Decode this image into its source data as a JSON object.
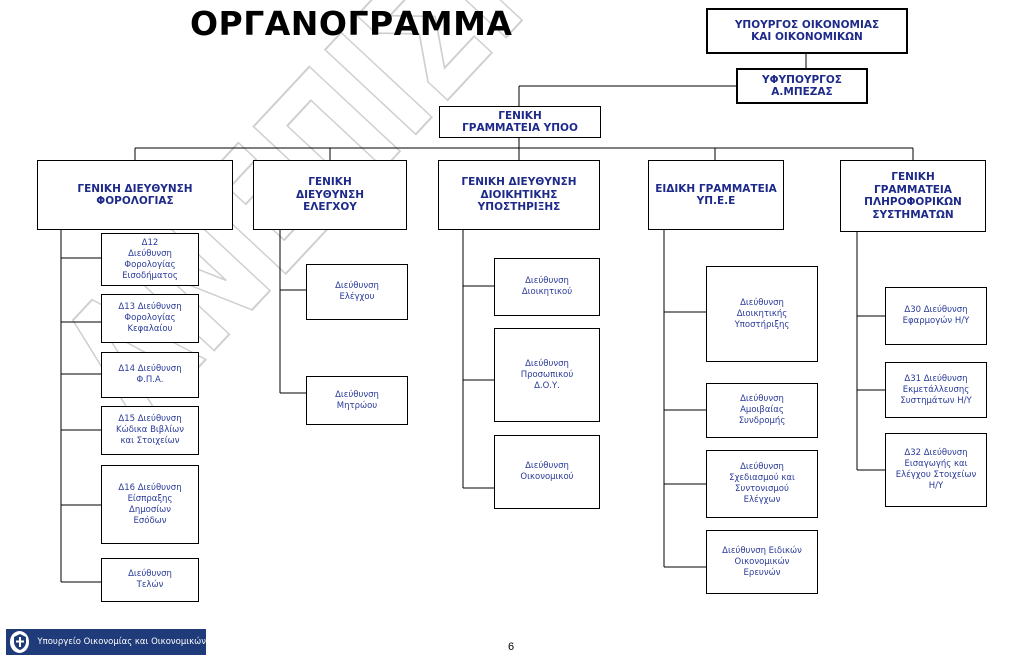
{
  "title": "ΟΡΓΑΝΟΓΡΑΜΜΑ",
  "watermark": "ΑΝΕΠΙΣΗΜΗ",
  "page_number": "6",
  "colors": {
    "box_text": "#1e2a8a",
    "watermark": "#cfcfcf",
    "logo_bg": "#1f3b7a"
  },
  "logo": {
    "text": "Υπουργείο Οικονομίας και Οικονομικών",
    "icon": "greek-emblem-icon"
  },
  "ministry": "ΥΠΟΥΡΓΟΣ ΟΙΚΟΝΟΜΙΑΣ\nΚΑΙ ΟΙΚΟΝΟΜΙΚΩΝ",
  "deputy": "ΥΦΥΠΟΥΡΓΟΣ\nΑ.ΜΠΕΖΑΣ",
  "secretariat": "ΓΕΝΙΚΗ\nΓΡΑΜΜΑΤΕΙΑ ΥΠΟΟ",
  "departments": [
    {
      "label": "ΓΕΝΙΚΗ ΔΙΕΥΘΥΝΣΗ\nΦΟΡΟΛΟΓΙΑΣ",
      "units": [
        "Δ12\nΔιεύθυνση\nΦορολογίας\nΕισοδήματος",
        "Δ13 Διεύθυνση\nΦορολογίας\nΚεφαλαίου",
        "Δ14 Διεύθυνση\nΦ.Π.Α.",
        "Δ15 Διεύθυνση\nΚώδικα Βιβλίων\nκαι Στοιχείων",
        "Δ16 Διεύθυνση\nΕίσπραξης\nΔημοσίων\nΕσόδων",
        "Διεύθυνση\nΤελών"
      ]
    },
    {
      "label": "ΓΕΝΙΚΗ\nΔΙΕΥΘΥΝΣΗ\nΕΛΕΓΧΟΥ",
      "units": [
        "Διεύθυνση\nΕλέγχου",
        "Διεύθυνση\nΜητρώου"
      ]
    },
    {
      "label": "ΓΕΝΙΚΗ ΔΙΕΥΘΥΝΣΗ\nΔΙΟΙΚΗΤΙΚΗΣ\nΥΠΟΣΤΗΡΙΞΗΣ",
      "units": [
        "Διεύθυνση\nΔιοικητικού",
        "Διεύθυνση\nΠροσωπικού\nΔ.Ο.Υ.",
        "Διεύθυνση\nΟικονομικού"
      ]
    },
    {
      "label": "ΕΙΔΙΚΗ ΓΡΑΜΜΑΤΕΙΑ\nΥΠ.Ε.Ε",
      "units": [
        "Διεύθυνση\nΔιοικητικής\nΥποστήριξης",
        "Διεύθυνση\nΑμοιβαίας\nΣυνδρομής",
        "Διεύθυνση\nΣχεδιασμού και\nΣυντονισμού\nΕλέγχων",
        "Διεύθυνση Ειδικών\nΟικονομικών\nΕρευνών"
      ]
    },
    {
      "label": "ΓΕΝΙΚΗ\nΓΡΑΜΜΑΤΕΙΑ\nΠΛΗΡΟΦΟΡΙΚΩΝ\nΣΥΣΤΗΜΑΤΩΝ",
      "units": [
        "Δ30 Διεύθυνση\nΕφαρμογών Η/Υ",
        "Δ31 Διεύθυνση\nΕκμετάλλευσης\nΣυστημάτων Η/Υ",
        "Δ32 Διεύθυνση\nΕισαγωγής και\nΕλέγχου Στοιχείων\nΗ/Υ"
      ]
    }
  ]
}
